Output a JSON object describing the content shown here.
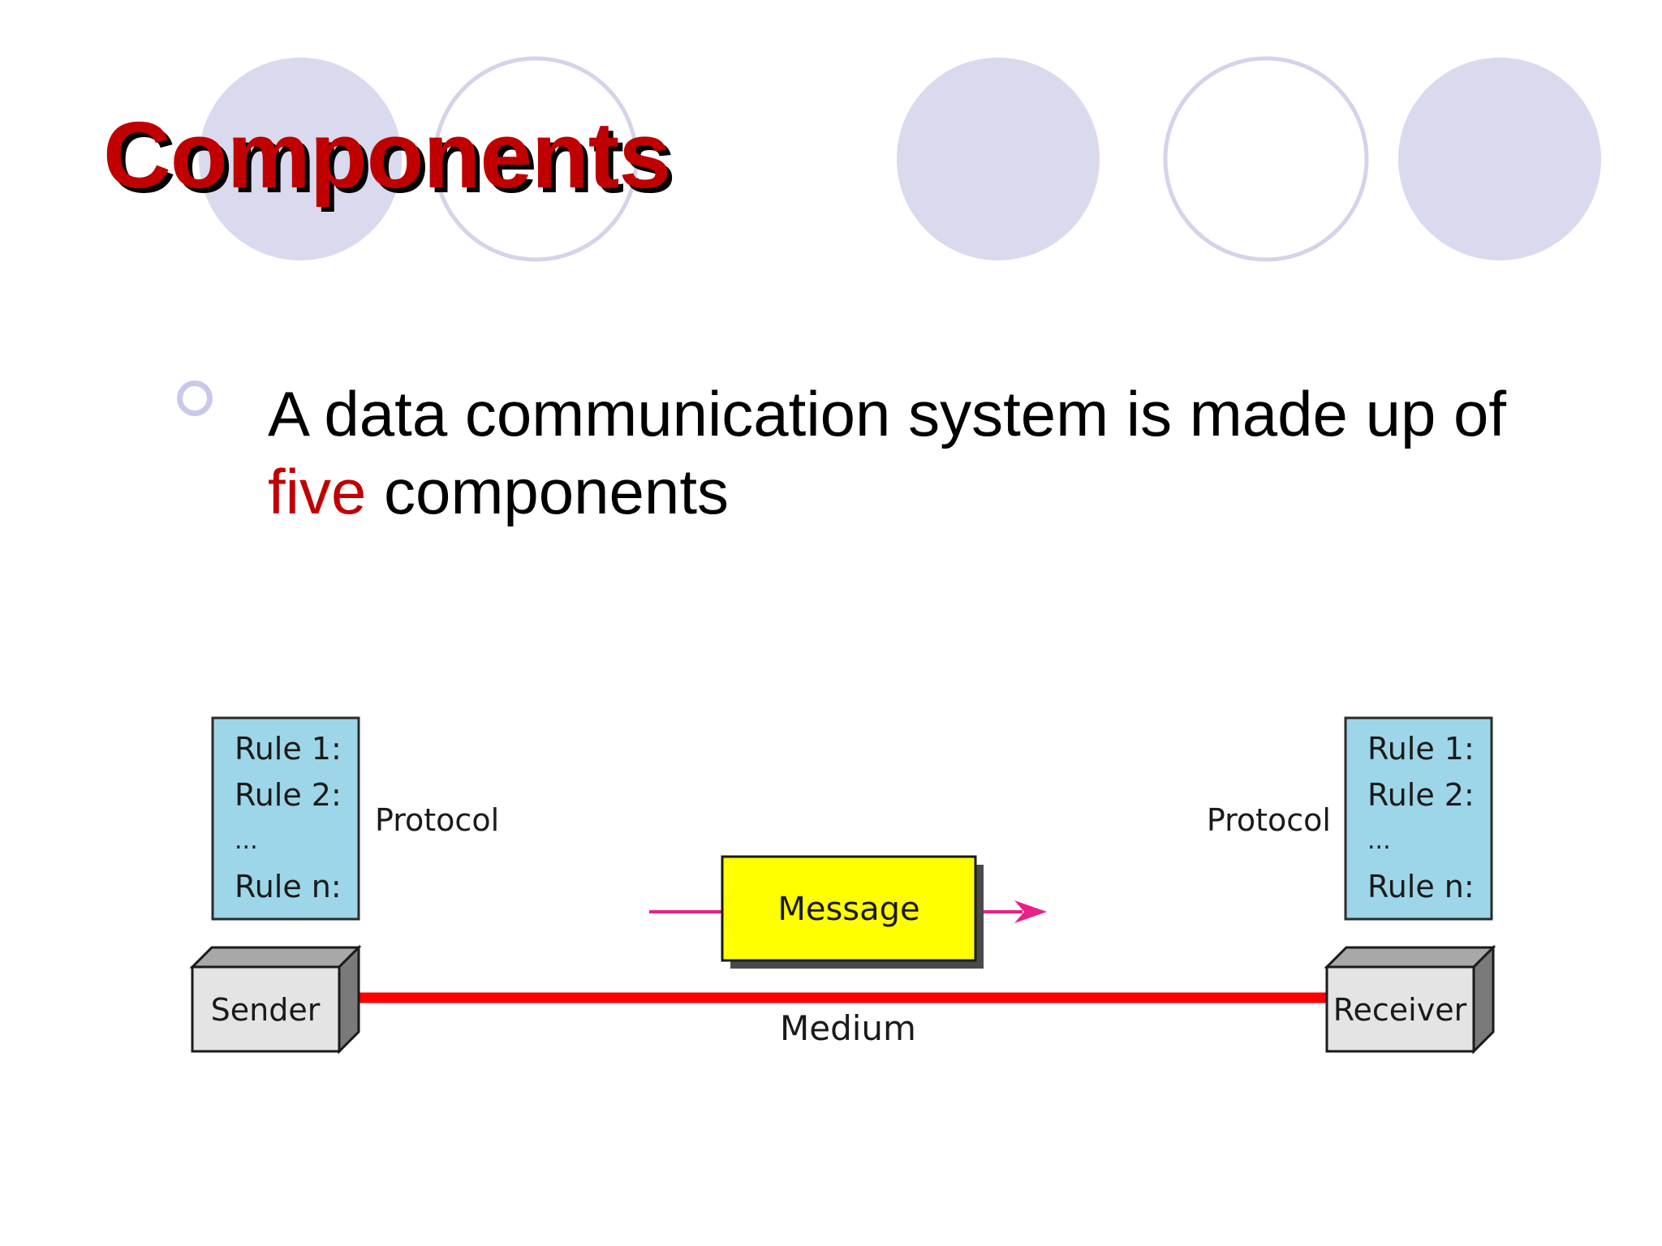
{
  "slide": {
    "title": "Components",
    "bullet": {
      "before": "A data communication system is made up of ",
      "highlight": "five",
      "after": " components"
    }
  },
  "diagram": {
    "sender": {
      "label": "Sender",
      "protocol_label": "Protocol",
      "rules": [
        "Rule 1:",
        "Rule 2:",
        "...",
        "Rule n:"
      ]
    },
    "receiver": {
      "label": "Receiver",
      "protocol_label": "Protocol",
      "rules": [
        "Rule 1:",
        "Rule 2:",
        "...",
        "Rule n:"
      ]
    },
    "message": "Message",
    "medium": "Medium"
  },
  "colors": {
    "title": "#c00000",
    "highlight": "#c00000",
    "decor_circle_fill": "#dadaee",
    "decor_circle_outline": "#d4d3ec",
    "rules_box": "#9dd6e8",
    "message_box": "#ffff00",
    "medium_line": "#ff0000",
    "message_arrow": "#e8208a",
    "device_front": "#e4e4e4",
    "device_top": "#a8a8a8",
    "device_side": "#7a7a7a"
  }
}
